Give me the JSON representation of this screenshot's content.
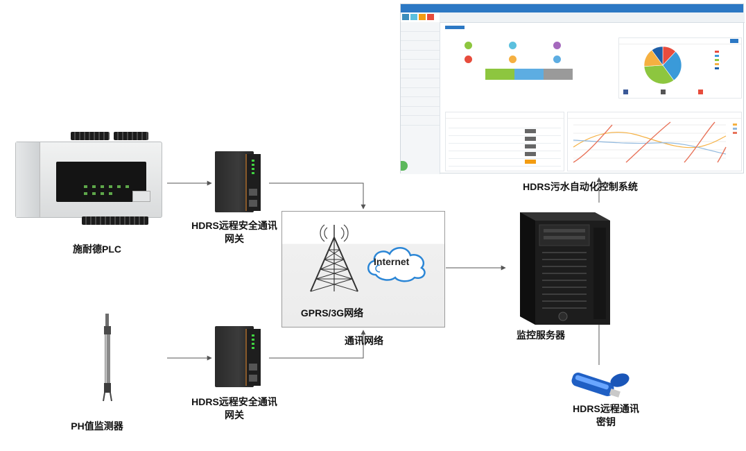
{
  "labels": {
    "plc": "施耐德PLC",
    "ph": "PH值监测器",
    "gateway_top": [
      "HDRS远程安全通讯",
      "网关"
    ],
    "gateway_bottom": [
      "HDRS远程安全通讯",
      "网关"
    ],
    "internet": "Internet",
    "gprs": "GPRS/3G网络",
    "network": "通讯网络",
    "server": "监控服务器",
    "system": "HDRS污水自动化控制系统",
    "key": [
      "HDRS远程通讯",
      "密钥"
    ]
  },
  "colors": {
    "line": "#555555",
    "cloud": "#2b86d6",
    "brand": "#2c78c4"
  },
  "pie_slices": [
    {
      "color": "#e84c3d",
      "fraction": 0.12
    },
    {
      "color": "#3a9ad9",
      "fraction": 0.28
    },
    {
      "color": "#8dc63f",
      "fraction": 0.34
    },
    {
      "color": "#f5b041",
      "fraction": 0.16
    },
    {
      "color": "#1e5fa8",
      "fraction": 0.1
    }
  ]
}
